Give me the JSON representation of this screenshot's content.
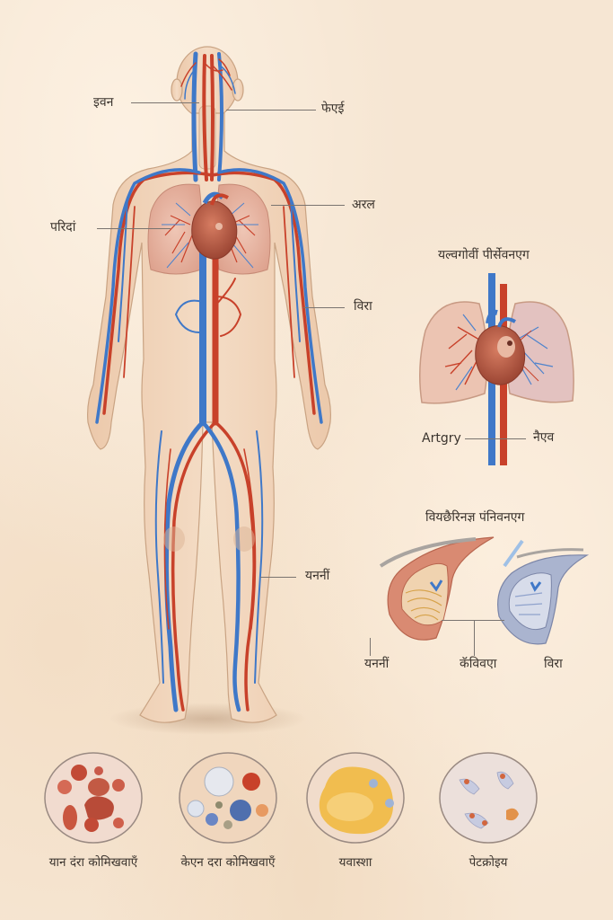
{
  "body_figure": {
    "labels": {
      "head_left": "इवन",
      "neck_right": "फेएई",
      "shoulder_right": "अरल",
      "lungs_left": "परिदां",
      "arm_right": "विरा",
      "leg_right": "यननीं"
    }
  },
  "heart_lungs_inset": {
    "title": "यल्वगोवीं पीर्सेवनएग",
    "label_left": "Artgry",
    "label_right": "नैएव"
  },
  "vessel_inset": {
    "title": "वियछैरिनज्ञ पंनिवनएग",
    "labels": [
      "यननीं",
      "कॅविवएा",
      "विरा"
    ]
  },
  "blood_components": [
    {
      "label": "यान दंरा कोमिखवाएँ",
      "type": "red-cells"
    },
    {
      "label": "केएन दरा कोमिखवाएँ",
      "type": "white-cells"
    },
    {
      "label": "यवास्शा",
      "type": "plasma"
    },
    {
      "label": "पेटक्रोइय",
      "type": "platelets"
    }
  ],
  "colors": {
    "background": "#f6e6d3",
    "artery_red": "#c8412a",
    "vein_blue": "#3f78c8",
    "skin": "#f1d6bd",
    "lung": "#e9b8a6",
    "heart": "#b85b44",
    "text": "#3a332d",
    "leader": "#7a7470"
  }
}
